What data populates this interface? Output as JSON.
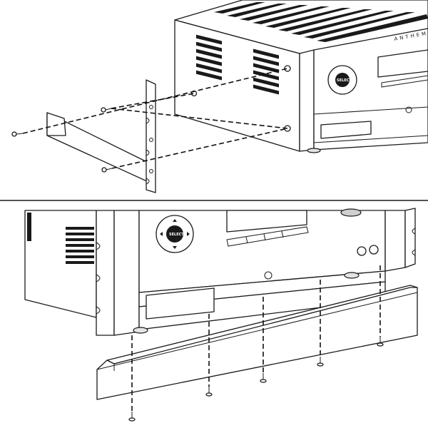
{
  "labels": {
    "brand": "ANTHEM",
    "select_top": "SELECT",
    "select_bottom": "SELECT"
  }
}
